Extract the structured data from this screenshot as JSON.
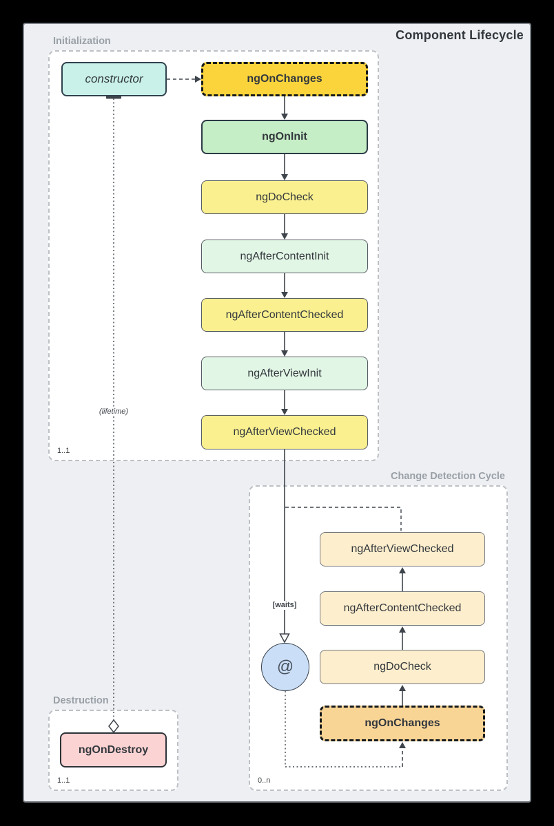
{
  "title": "Component Lifecycle",
  "groups": {
    "initialization": {
      "label": "Initialization",
      "multiplicity": "1..1",
      "nodes": {
        "constructor": "constructor",
        "ngOnChanges": "ngOnChanges",
        "ngOnInit": "ngOnInit",
        "ngDoCheck": "ngDoCheck",
        "ngAfterContentInit": "ngAfterContentInit",
        "ngAfterContentChecked": "ngAfterContentChecked",
        "ngAfterViewInit": "ngAfterViewInit",
        "ngAfterViewChecked": "ngAfterViewChecked"
      }
    },
    "change_detection": {
      "label": "Change Detection Cycle",
      "multiplicity": "0..n",
      "nodes": {
        "ngAfterViewChecked": "ngAfterViewChecked",
        "ngAfterContentChecked": "ngAfterContentChecked",
        "ngDoCheck": "ngDoCheck",
        "ngOnChanges": "ngOnChanges",
        "event_circle": "@"
      }
    },
    "destruction": {
      "label": "Destruction",
      "multiplicity": "1..1",
      "nodes": {
        "ngOnDestroy": "ngOnDestroy"
      }
    }
  },
  "annotations": {
    "lifetime": "(lifetime)",
    "waits": "[waits]"
  },
  "colors": {
    "page_bg": "#000000",
    "canvas_bg": "#edeff2",
    "container_bg": "#ffffff",
    "container_border": "#bdc1c6",
    "constructor_fill": "#c9f1ea",
    "gold_fill": "#fbd43c",
    "green_fill": "#c6eec6",
    "yellow_fill": "#faf08f",
    "light_green_fill": "#e2f6e6",
    "cream_fill": "#fdeecd",
    "orange_fill": "#f8d495",
    "pink_fill": "#fbd3d3",
    "circle_fill": "#cadef7",
    "connector": "#3e444b"
  }
}
